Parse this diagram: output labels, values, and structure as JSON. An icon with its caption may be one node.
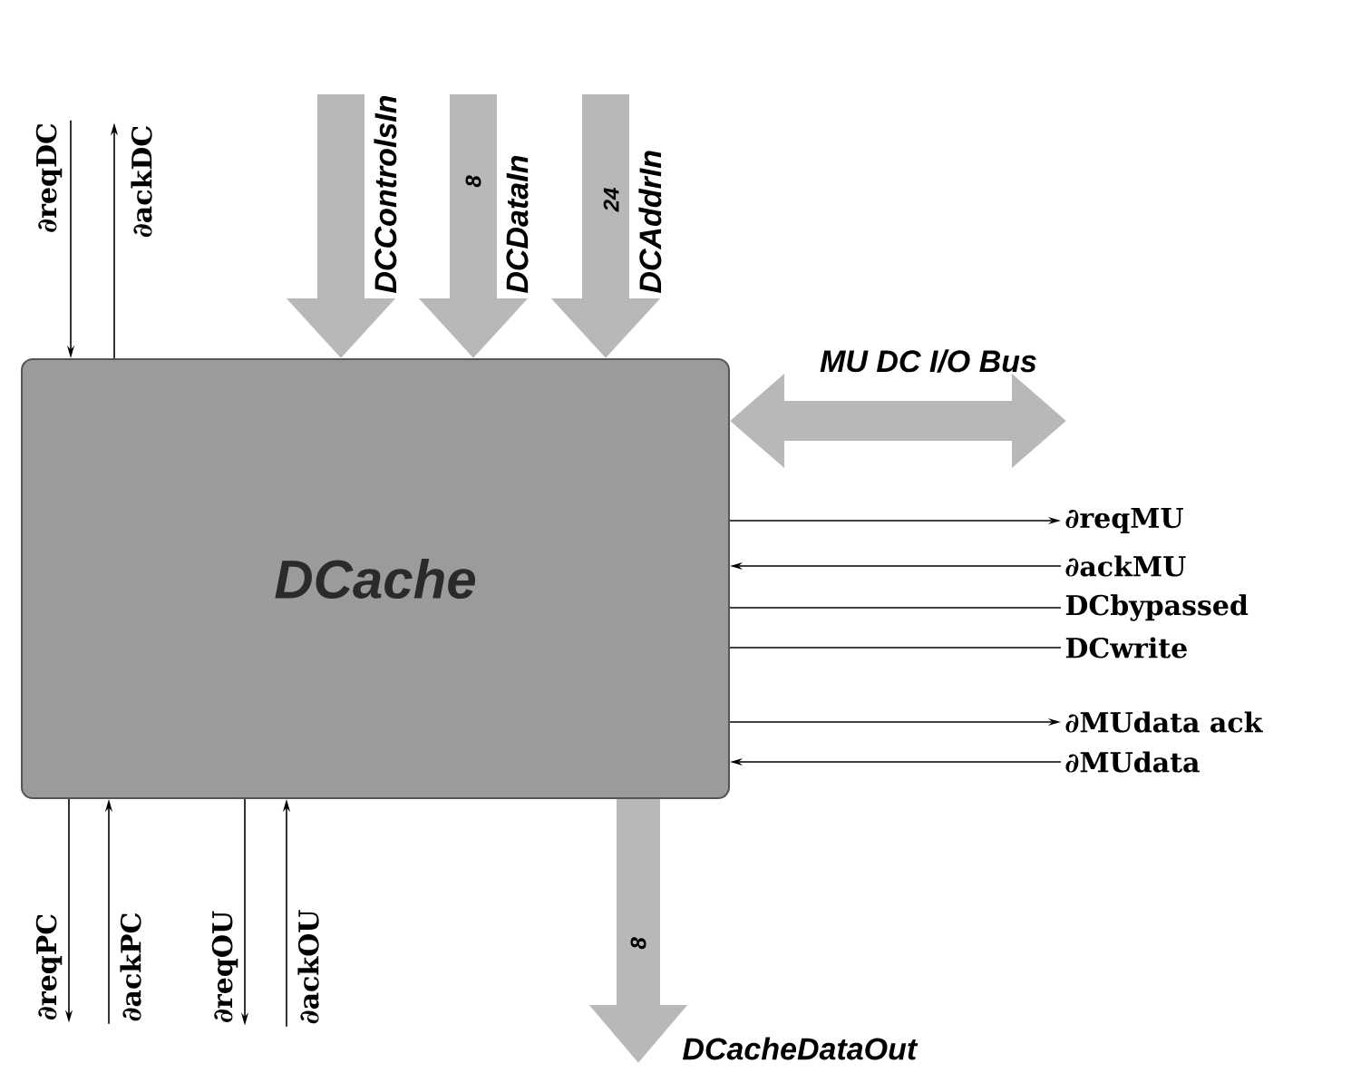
{
  "diagram": {
    "nodes": [
      {
        "text": [
          "DCache"
        ]
      },
      {
        "text": [
          "∂reqDC"
        ]
      },
      {
        "text": [
          "∂ackDC"
        ]
      },
      {
        "text": [
          "∂reqMU"
        ]
      },
      {
        "text": [
          "∂ackMU"
        ]
      },
      {
        "text": [
          "DCbypassed"
        ]
      },
      {
        "text": [
          "DCwrite"
        ]
      },
      {
        "text": [
          "∂MUdata ack"
        ]
      },
      {
        "text": [
          "∂MUdata"
        ]
      },
      {
        "text": [
          "∂reqPC"
        ]
      },
      {
        "text": [
          "∂ackPC"
        ]
      },
      {
        "text": [
          "∂reqOU"
        ]
      },
      {
        "text": [
          "∂ackOU"
        ]
      }
    ],
    "edges": [
      {
        "from": 1,
        "to": 0,
        "arrow": "to"
      },
      {
        "from": 0,
        "to": 2,
        "arrow": "to"
      },
      {
        "from": null,
        "to": 0,
        "arrow": "to",
        "label": "DCControlsIn",
        "style": "thick",
        "color": "#b8b8b8"
      },
      {
        "from": null,
        "to": 0,
        "arrow": "to",
        "label": "DCDataIn",
        "style": "thick",
        "color": "#b8b8b8"
      },
      {
        "from": null,
        "to": 0,
        "arrow": "to",
        "label": "DCAddrIn",
        "style": "thick",
        "color": "#b8b8b8"
      },
      {
        "from": 0,
        "to": null,
        "arrow": "both",
        "label": "MU DC I/O Bus",
        "style": "thick",
        "color": "#b8b8b8"
      },
      {
        "from": 0,
        "to": 3,
        "arrow": "to"
      },
      {
        "from": 4,
        "to": 0,
        "arrow": "to"
      },
      {
        "from": 0,
        "to": 5,
        "arrow": "none"
      },
      {
        "from": 0,
        "to": 6,
        "arrow": "none"
      },
      {
        "from": 0,
        "to": 7,
        "arrow": "to"
      },
      {
        "from": 8,
        "to": 0,
        "arrow": "to"
      },
      {
        "from": 0,
        "to": 9,
        "arrow": "to"
      },
      {
        "from": 10,
        "to": 0,
        "arrow": "to"
      },
      {
        "from": 0,
        "to": 11,
        "arrow": "to"
      },
      {
        "from": 12,
        "to": 0,
        "arrow": "to"
      },
      {
        "from": 0,
        "to": null,
        "arrow": "to",
        "label": "DCacheDataOut",
        "style": "thick",
        "color": "#b8b8b8"
      }
    ],
    "labels": [
      "8",
      "24",
      "8"
    ]
  }
}
